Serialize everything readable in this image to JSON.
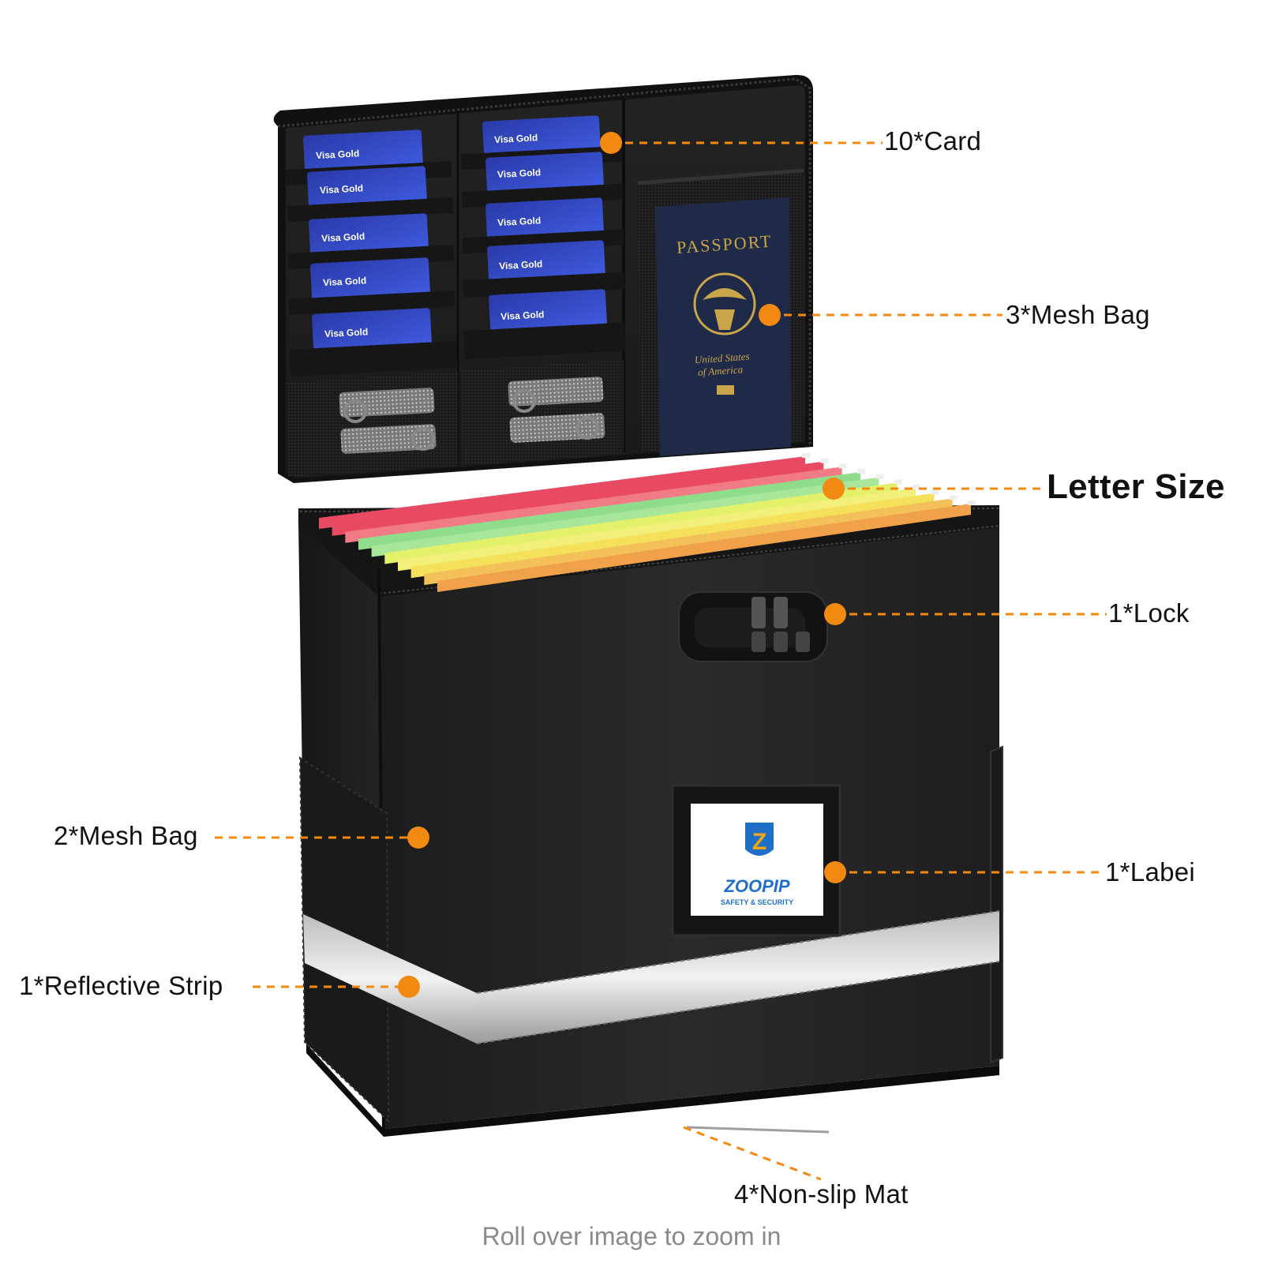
{
  "accent_color": "#f28a12",
  "cards": {
    "count": 10,
    "label": "Visa Gold"
  },
  "passport": {
    "title": "PASSPORT",
    "subtitle_line1": "United States",
    "subtitle_line2": "of America"
  },
  "brand": {
    "name": "ZOOPIP",
    "tagline": "SAFETY & SECURITY",
    "shield_letter": "Z"
  },
  "callouts": {
    "card": "10*Card",
    "mesh_bag_lid": "3*Mesh Bag",
    "letter_size": "Letter Size",
    "lock": "1*Lock",
    "mesh_bag_side": "2*Mesh Bag",
    "label": "1*Labei",
    "reflective_strip": "1*Reflective Strip",
    "non_slip_mat": "4*Non-slip Mat"
  },
  "folder_colors": [
    "#e84a63",
    "#e84a63",
    "#f07a86",
    "#8fdc8b",
    "#a8e69a",
    "#e3f06a",
    "#f2f07a",
    "#f5e05a",
    "#f4c05a",
    "#f0a24a"
  ],
  "zoom_hint": "Roll over image to zoom in"
}
